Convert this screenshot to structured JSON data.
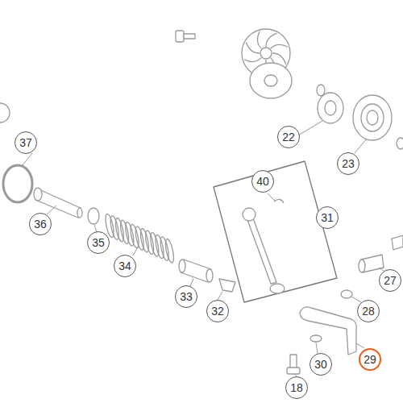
{
  "diagram": {
    "nodes": [
      {
        "text": [
          "37"
        ]
      },
      {
        "text": [
          "22"
        ]
      },
      {
        "text": [
          "23"
        ]
      },
      {
        "text": [
          "40"
        ]
      },
      {
        "text": [
          "31"
        ]
      },
      {
        "text": [
          "36"
        ]
      },
      {
        "text": [
          "35"
        ]
      },
      {
        "text": [
          "34"
        ]
      },
      {
        "text": [
          "27"
        ]
      },
      {
        "text": [
          "33"
        ]
      },
      {
        "text": [
          "32"
        ]
      },
      {
        "text": [
          "28"
        ]
      },
      {
        "text": [
          "29"
        ]
      },
      {
        "text": [
          "30"
        ]
      },
      {
        "text": [
          "18"
        ]
      }
    ]
  }
}
